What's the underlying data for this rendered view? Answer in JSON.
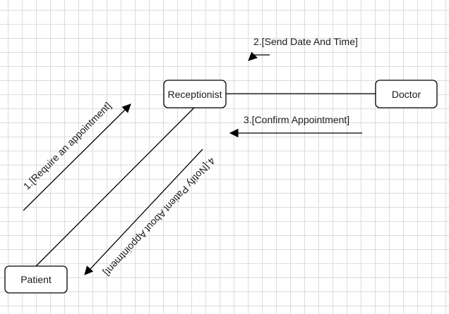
{
  "diagram": {
    "nodes": {
      "receptionist": "Receptionist",
      "doctor": "Doctor",
      "patient": "Patient"
    },
    "messages": {
      "m1": "1.[Require an appointment]",
      "m2": "2.[Send Date And Time]",
      "m3": "3.[Confirm Appointment]",
      "m4": "4.[Notify Patient About Appointment]"
    }
  }
}
